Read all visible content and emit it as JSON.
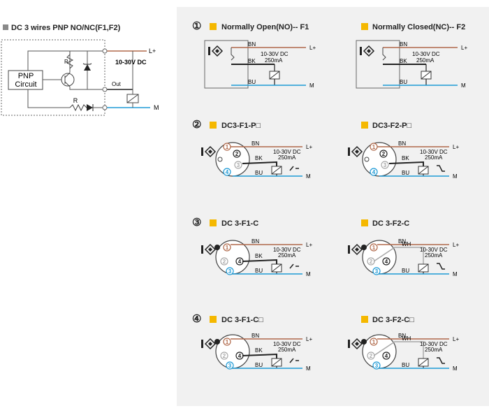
{
  "left": {
    "title": "DC 3 wires PNP NO/NC(F1,F2)",
    "pnp_line1": "PNP",
    "pnp_line2": "Circuit",
    "resistor_label": "R",
    "out_label": "Out",
    "voltage": "10-30V DC",
    "lplus": "L+",
    "m": "M"
  },
  "wire": {
    "bn": "BN",
    "bk": "BK",
    "bu": "BU",
    "wh": "WH",
    "lplus": "L+",
    "m": "M",
    "voltage": "10-30V DC",
    "current": "250mA"
  },
  "pins": {
    "p1": "1",
    "p2": "2",
    "p3": "3",
    "p4": "4"
  },
  "sections": [
    {
      "num": "①",
      "left_title": "Normally Open(NO)-- F1",
      "right_title": "Normally Closed(NC)-- F2"
    },
    {
      "num": "②",
      "left_title": "DC3-F1-P□",
      "right_title": "DC3-F2-P□"
    },
    {
      "num": "③",
      "left_title": "DC 3-F1-C",
      "right_title": "DC 3-F2-C"
    },
    {
      "num": "④",
      "left_title": "DC 3-F1-C□",
      "right_title": "DC 3-F2-C□"
    }
  ],
  "colors": {
    "brown": "#b0694a",
    "blue": "#1e9ad6",
    "yellow": "#f5b800",
    "black": "#1a1a1a",
    "gray": "#a8a8a8",
    "panel": "#f1f1f1"
  }
}
